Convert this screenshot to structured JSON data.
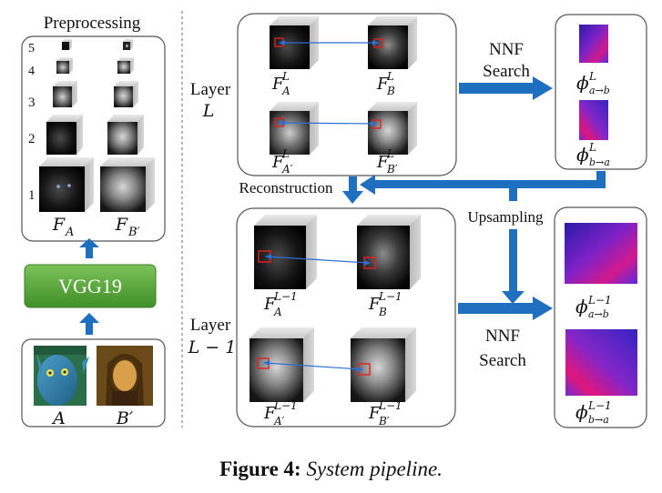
{
  "figure": {
    "left": {
      "title": "Preprocessing",
      "level_numbers": [
        "5",
        "4",
        "3",
        "2",
        "1"
      ],
      "feature_a_label": "F",
      "feature_a_sub": "A",
      "feature_b_label": "F",
      "feature_b_sub": "B′",
      "vgg_label": "VGG19",
      "input_a_label": "A",
      "input_b_label": "B′"
    },
    "top": {
      "layer_label_1": "Layer",
      "layer_label_2": "L",
      "fa": {
        "base": "F",
        "sub": "A",
        "sup": "L"
      },
      "fb": {
        "base": "F",
        "sub": "B",
        "sup": "L"
      },
      "fa2": {
        "base": "F",
        "sub": "A′",
        "sup": "L"
      },
      "fb2": {
        "base": "F",
        "sub": "B′",
        "sup": "L"
      },
      "nnf_1": "NNF",
      "nnf_2": "Search",
      "phi_ab": {
        "base": "ϕ",
        "sup": "L",
        "sub": "a→b"
      },
      "phi_ba": {
        "base": "ϕ",
        "sup": "L",
        "sub": "b→a"
      }
    },
    "reconstruction_label": "Reconstruction",
    "upsampling_label": "Upsampling",
    "bottom": {
      "layer_label_1": "Layer",
      "layer_label_2": "L − 1",
      "fa": {
        "base": "F",
        "sub": "A",
        "sup": "L−1"
      },
      "fb": {
        "base": "F",
        "sub": "B",
        "sup": "L−1"
      },
      "fa2": {
        "base": "F",
        "sub": "A′",
        "sup": "L−1"
      },
      "fb2": {
        "base": "F",
        "sub": "B′",
        "sup": "L−1"
      },
      "nnf_1": "NNF",
      "nnf_2": "Search",
      "phi_ab": {
        "base": "ϕ",
        "sup": "L−1",
        "sub": "a→b"
      },
      "phi_ba": {
        "base": "ϕ",
        "sup": "L−1",
        "sub": "b→a"
      }
    },
    "caption_number": "Figure 4:",
    "caption_text": "System pipeline.",
    "colors": {
      "arrow_blue": "#1f6fc0",
      "vgg_green": "#5aa83a",
      "marker_red": "#e02020",
      "match_blue": "#2a6fd8"
    }
  }
}
